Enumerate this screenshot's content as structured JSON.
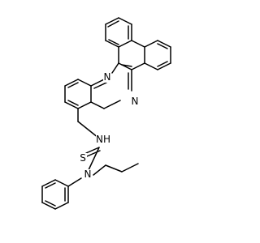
{
  "atoms": {
    "n1": "N",
    "n2": "N",
    "nh": "NH",
    "s": "S",
    "n3": "N"
  },
  "colors": {
    "bond": "#000000",
    "background": "#ffffff"
  }
}
